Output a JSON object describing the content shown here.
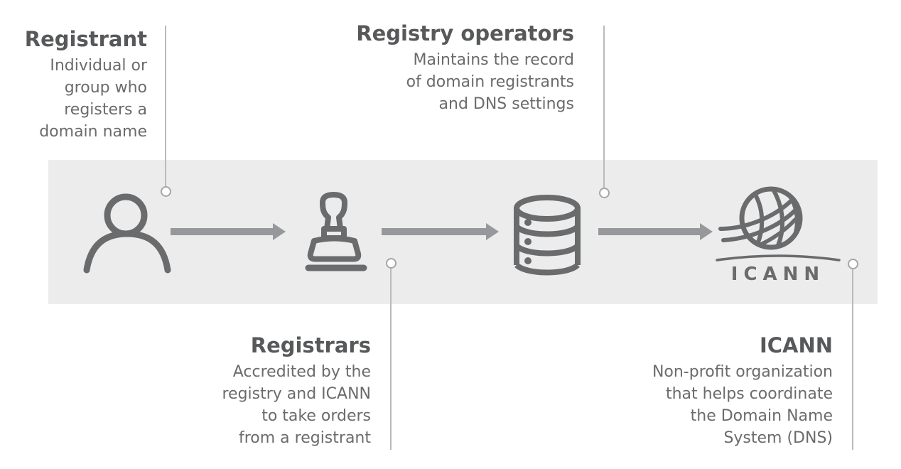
{
  "diagram": {
    "nodes": [
      {
        "id": "registrant",
        "icon": "person-icon",
        "title": "Registrant",
        "description": "Individual or\ngroup who\nregisters a\ndomain name",
        "label_position": "top"
      },
      {
        "id": "registrars",
        "icon": "stamp-icon",
        "title": "Registrars",
        "description": "Accredited by the\nregistry and ICANN\nto take orders\nfrom a registrant",
        "label_position": "bottom"
      },
      {
        "id": "registry_operators",
        "icon": "database-icon",
        "title": "Registry operators",
        "description": "Maintains the record\nof domain registrants\nand DNS settings",
        "label_position": "top"
      },
      {
        "id": "icann",
        "icon": "icann-logo-icon",
        "title": "ICANN",
        "wordmark": "ICANN",
        "description": "Non-profit organization\nthat helps coordinate\nthe Domain Name\nSystem (DNS)",
        "label_position": "bottom"
      }
    ],
    "connector_icon": "arrow-right-icon",
    "flow_order": [
      "registrant",
      "registrars",
      "registry_operators",
      "icann"
    ]
  },
  "colors": {
    "background": "#ffffff",
    "band": "#ececec",
    "icon_gray": "#6a6b6d",
    "arrow_gray": "#97989b",
    "heading_text": "#57585a",
    "body_text": "#6a6b6d",
    "leader_line": "#b9babc",
    "leader_dot_stroke": "#a5a6a8"
  }
}
